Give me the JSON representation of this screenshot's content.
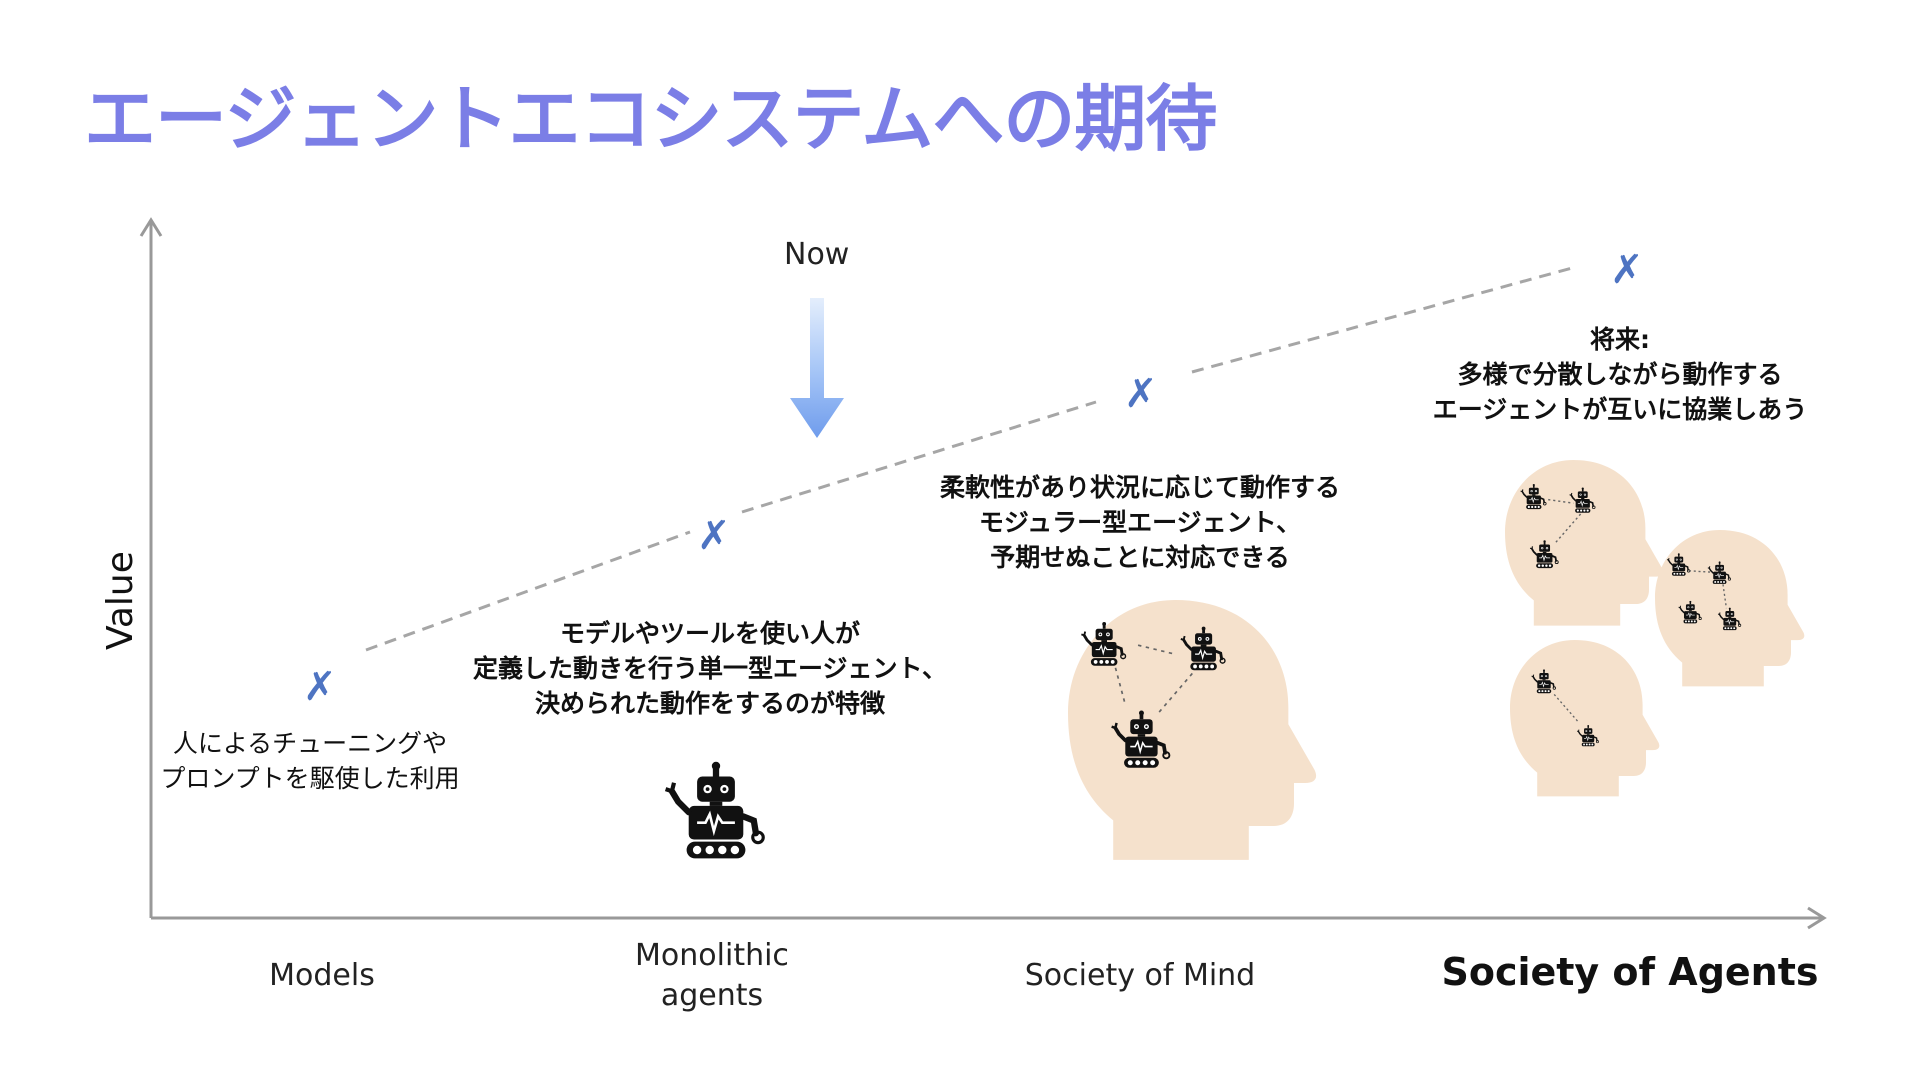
{
  "slide": {
    "title": "エージェントエコシステムへの期待",
    "y_axis_label": "Value",
    "now_label": "Now",
    "stages": [
      {
        "x_label_lines": [
          "Models"
        ],
        "emphasis": false,
        "caption_lines": [
          "人によるチューニングや",
          "プロンプトを駆使した利用"
        ]
      },
      {
        "x_label_lines": [
          "Monolithic",
          "agents"
        ],
        "emphasis": false,
        "caption_lines": [
          "モデルやツールを使い人が",
          "定義した動きを行う単一型エージェント、",
          "決められた動作をするのが特徴"
        ]
      },
      {
        "x_label_lines": [
          "Society of Mind"
        ],
        "emphasis": false,
        "caption_lines": [
          "柔軟性があり状況に応じて動作する",
          "モジュラー型エージェント、",
          "予期せぬことに対応できる"
        ]
      },
      {
        "x_label_lines": [
          "Society of Agents"
        ],
        "emphasis": true,
        "caption_lines": [
          "将来:",
          "多様で分散しながら動作する",
          "エージェントが互いに協業しあう"
        ]
      }
    ],
    "marker_symbol": "✗",
    "icons": [
      "robot-icon",
      "head-with-robots-icon",
      "down-arrow-icon"
    ],
    "colors": {
      "title": "#7b7ee6",
      "marker": "#4e74c2",
      "trend_line": "#a6a6a6",
      "axis": "#999999",
      "arrow": "#8fb4f2",
      "head": "#f5e1cc",
      "robot": "#111111"
    }
  }
}
